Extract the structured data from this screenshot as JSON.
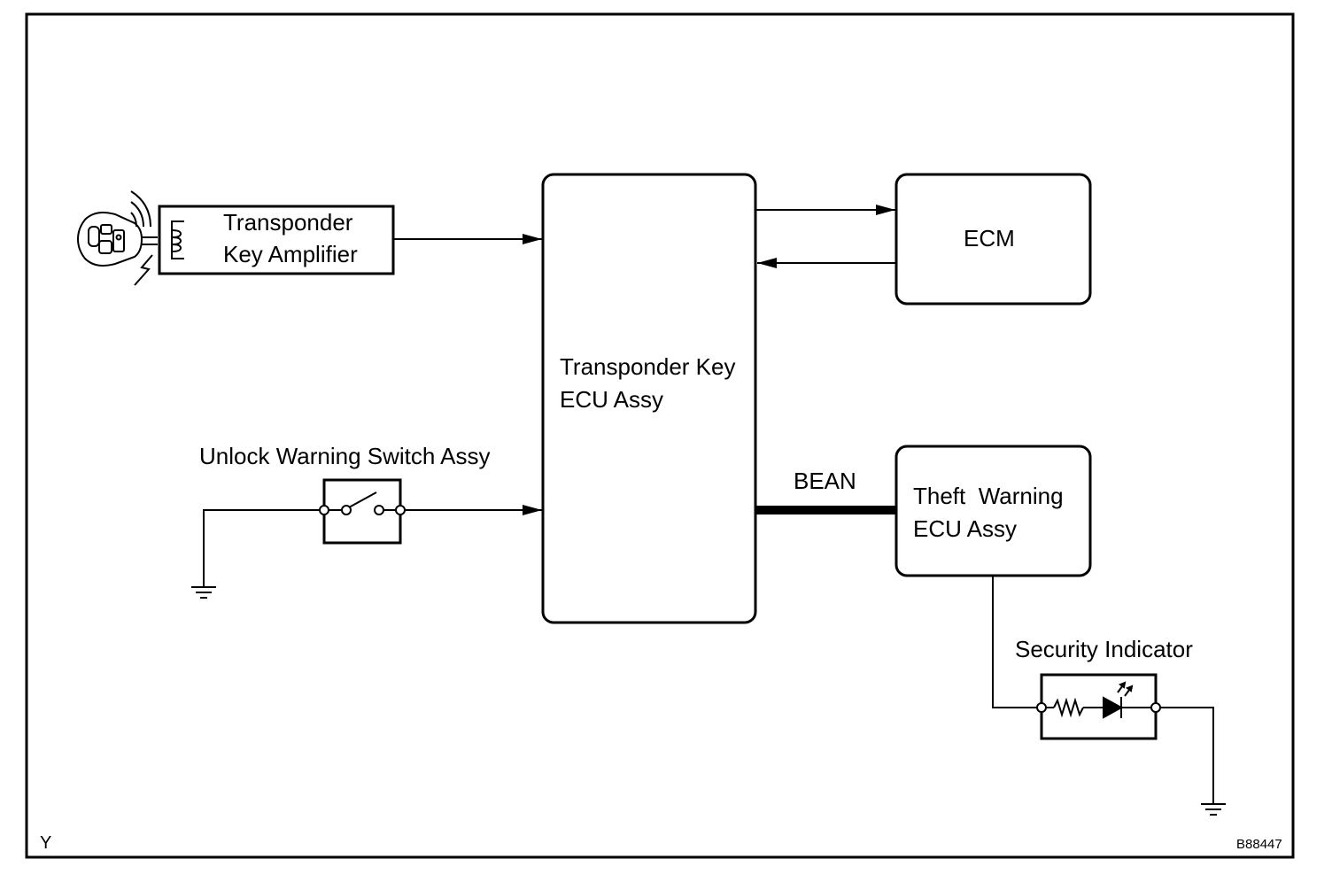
{
  "blocks": {
    "amplifier": {
      "line1": "Transponder",
      "line2": "Key Amplifier"
    },
    "ecu": {
      "line1": "Transponder Key",
      "line2": "ECU Assy"
    },
    "ecm": {
      "label": "ECM"
    },
    "theft": {
      "line1": "Theft  Warning",
      "line2": "ECU Assy"
    }
  },
  "labels": {
    "switch": "Unlock Warning Switch Assy",
    "bus": "BEAN",
    "indicator": "Security Indicator"
  },
  "corner": {
    "left": "Y",
    "right": "B88447"
  },
  "icons": [
    "key-icon",
    "coil-icon",
    "switch-icon",
    "resistor-icon",
    "led-icon",
    "ground-icon",
    "arrow-icon"
  ],
  "colors": {
    "line": "#000000",
    "background": "#ffffff"
  }
}
